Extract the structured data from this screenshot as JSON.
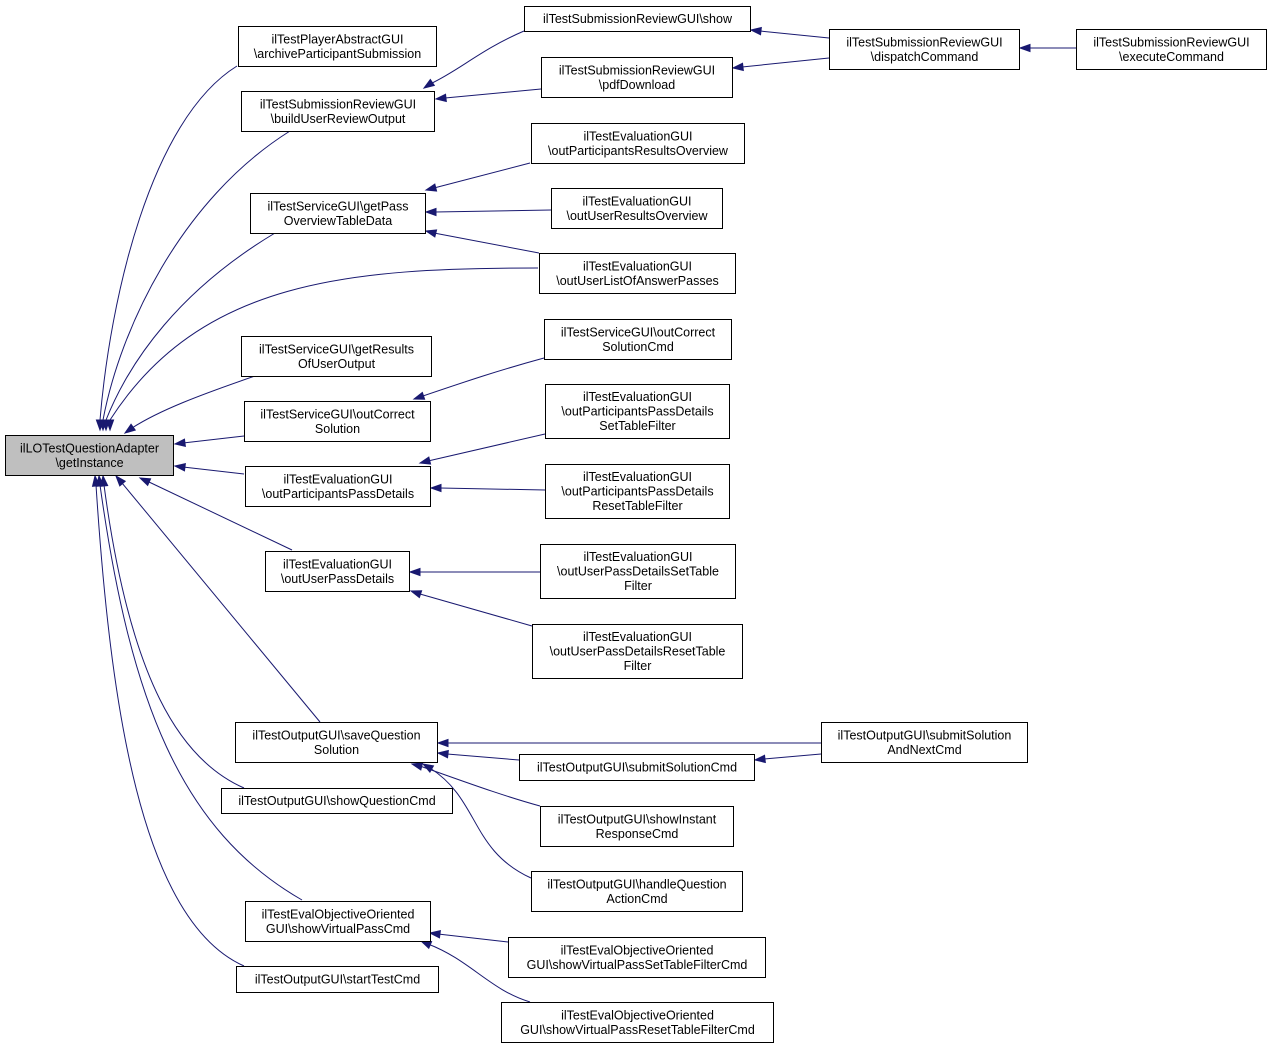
{
  "colors": {
    "edge": "#191970",
    "root_fill": "#bfbfbf",
    "node_fill": "#ffffff",
    "border": "#000000"
  },
  "nodes": [
    {
      "id": "getInstance",
      "lines": [
        "ilLOTestQuestionAdapter",
        "\\getInstance"
      ],
      "root": true
    },
    {
      "id": "archiveParticipantSubmission",
      "lines": [
        "ilTestPlayerAbstractGUI",
        "\\archiveParticipantSubmission"
      ]
    },
    {
      "id": "buildUserReviewOutput",
      "lines": [
        "ilTestSubmissionReviewGUI",
        "\\buildUserReviewOutput"
      ]
    },
    {
      "id": "show",
      "lines": [
        "ilTestSubmissionReviewGUI\\show"
      ]
    },
    {
      "id": "pdfDownload",
      "lines": [
        "ilTestSubmissionReviewGUI",
        "\\pdfDownload"
      ]
    },
    {
      "id": "dispatchCommand",
      "lines": [
        "ilTestSubmissionReviewGUI",
        "\\dispatchCommand"
      ]
    },
    {
      "id": "executeCommand",
      "lines": [
        "ilTestSubmissionReviewGUI",
        "\\executeCommand"
      ]
    },
    {
      "id": "getPassOverviewTableData",
      "lines": [
        "ilTestServiceGUI\\getPass",
        "OverviewTableData"
      ]
    },
    {
      "id": "outParticipantsResultsOverview",
      "lines": [
        "ilTestEvaluationGUI",
        "\\outParticipantsResultsOverview"
      ]
    },
    {
      "id": "outUserResultsOverview",
      "lines": [
        "ilTestEvaluationGUI",
        "\\outUserResultsOverview"
      ]
    },
    {
      "id": "outUserListOfAnswerPasses",
      "lines": [
        "ilTestEvaluationGUI",
        "\\outUserListOfAnswerPasses"
      ]
    },
    {
      "id": "getResultsOfUserOutput",
      "lines": [
        "ilTestServiceGUI\\getResults",
        "OfUserOutput"
      ]
    },
    {
      "id": "outCorrectSolutionCmd",
      "lines": [
        "ilTestServiceGUI\\outCorrect",
        "SolutionCmd"
      ]
    },
    {
      "id": "outCorrectSolution",
      "lines": [
        "ilTestServiceGUI\\outCorrect",
        "Solution"
      ]
    },
    {
      "id": "outParticipantsPassDetailsSetTableFilter",
      "lines": [
        "ilTestEvaluationGUI",
        "\\outParticipantsPassDetails",
        "SetTableFilter"
      ]
    },
    {
      "id": "outParticipantsPassDetails",
      "lines": [
        "ilTestEvaluationGUI",
        "\\outParticipantsPassDetails"
      ]
    },
    {
      "id": "outParticipantsPassDetailsResetTableFilter",
      "lines": [
        "ilTestEvaluationGUI",
        "\\outParticipantsPassDetails",
        "ResetTableFilter"
      ]
    },
    {
      "id": "outUserPassDetails",
      "lines": [
        "ilTestEvaluationGUI",
        "\\outUserPassDetails"
      ]
    },
    {
      "id": "outUserPassDetailsSetTableFilter",
      "lines": [
        "ilTestEvaluationGUI",
        "\\outUserPassDetailsSetTable",
        "Filter"
      ]
    },
    {
      "id": "outUserPassDetailsResetTableFilter",
      "lines": [
        "ilTestEvaluationGUI",
        "\\outUserPassDetailsResetTable",
        "Filter"
      ]
    },
    {
      "id": "saveQuestionSolution",
      "lines": [
        "ilTestOutputGUI\\saveQuestion",
        "Solution"
      ]
    },
    {
      "id": "submitSolutionAndNextCmd",
      "lines": [
        "ilTestOutputGUI\\submitSolution",
        "AndNextCmd"
      ]
    },
    {
      "id": "submitSolutionCmd",
      "lines": [
        "ilTestOutputGUI\\submitSolutionCmd"
      ]
    },
    {
      "id": "showQuestionCmd",
      "lines": [
        "ilTestOutputGUI\\showQuestionCmd"
      ]
    },
    {
      "id": "showInstantResponseCmd",
      "lines": [
        "ilTestOutputGUI\\showInstant",
        "ResponseCmd"
      ]
    },
    {
      "id": "handleQuestionActionCmd",
      "lines": [
        "ilTestOutputGUI\\handleQuestion",
        "ActionCmd"
      ]
    },
    {
      "id": "showVirtualPassCmd",
      "lines": [
        "ilTestEvalObjectiveOriented",
        "GUI\\showVirtualPassCmd"
      ]
    },
    {
      "id": "showVirtualPassSetTableFilterCmd",
      "lines": [
        "ilTestEvalObjectiveOriented",
        "GUI\\showVirtualPassSetTableFilterCmd"
      ]
    },
    {
      "id": "startTestCmd",
      "lines": [
        "ilTestOutputGUI\\startTestCmd"
      ]
    },
    {
      "id": "showVirtualPassResetTableFilterCmd",
      "lines": [
        "ilTestEvalObjectiveOriented",
        "GUI\\showVirtualPassResetTableFilterCmd"
      ]
    }
  ]
}
